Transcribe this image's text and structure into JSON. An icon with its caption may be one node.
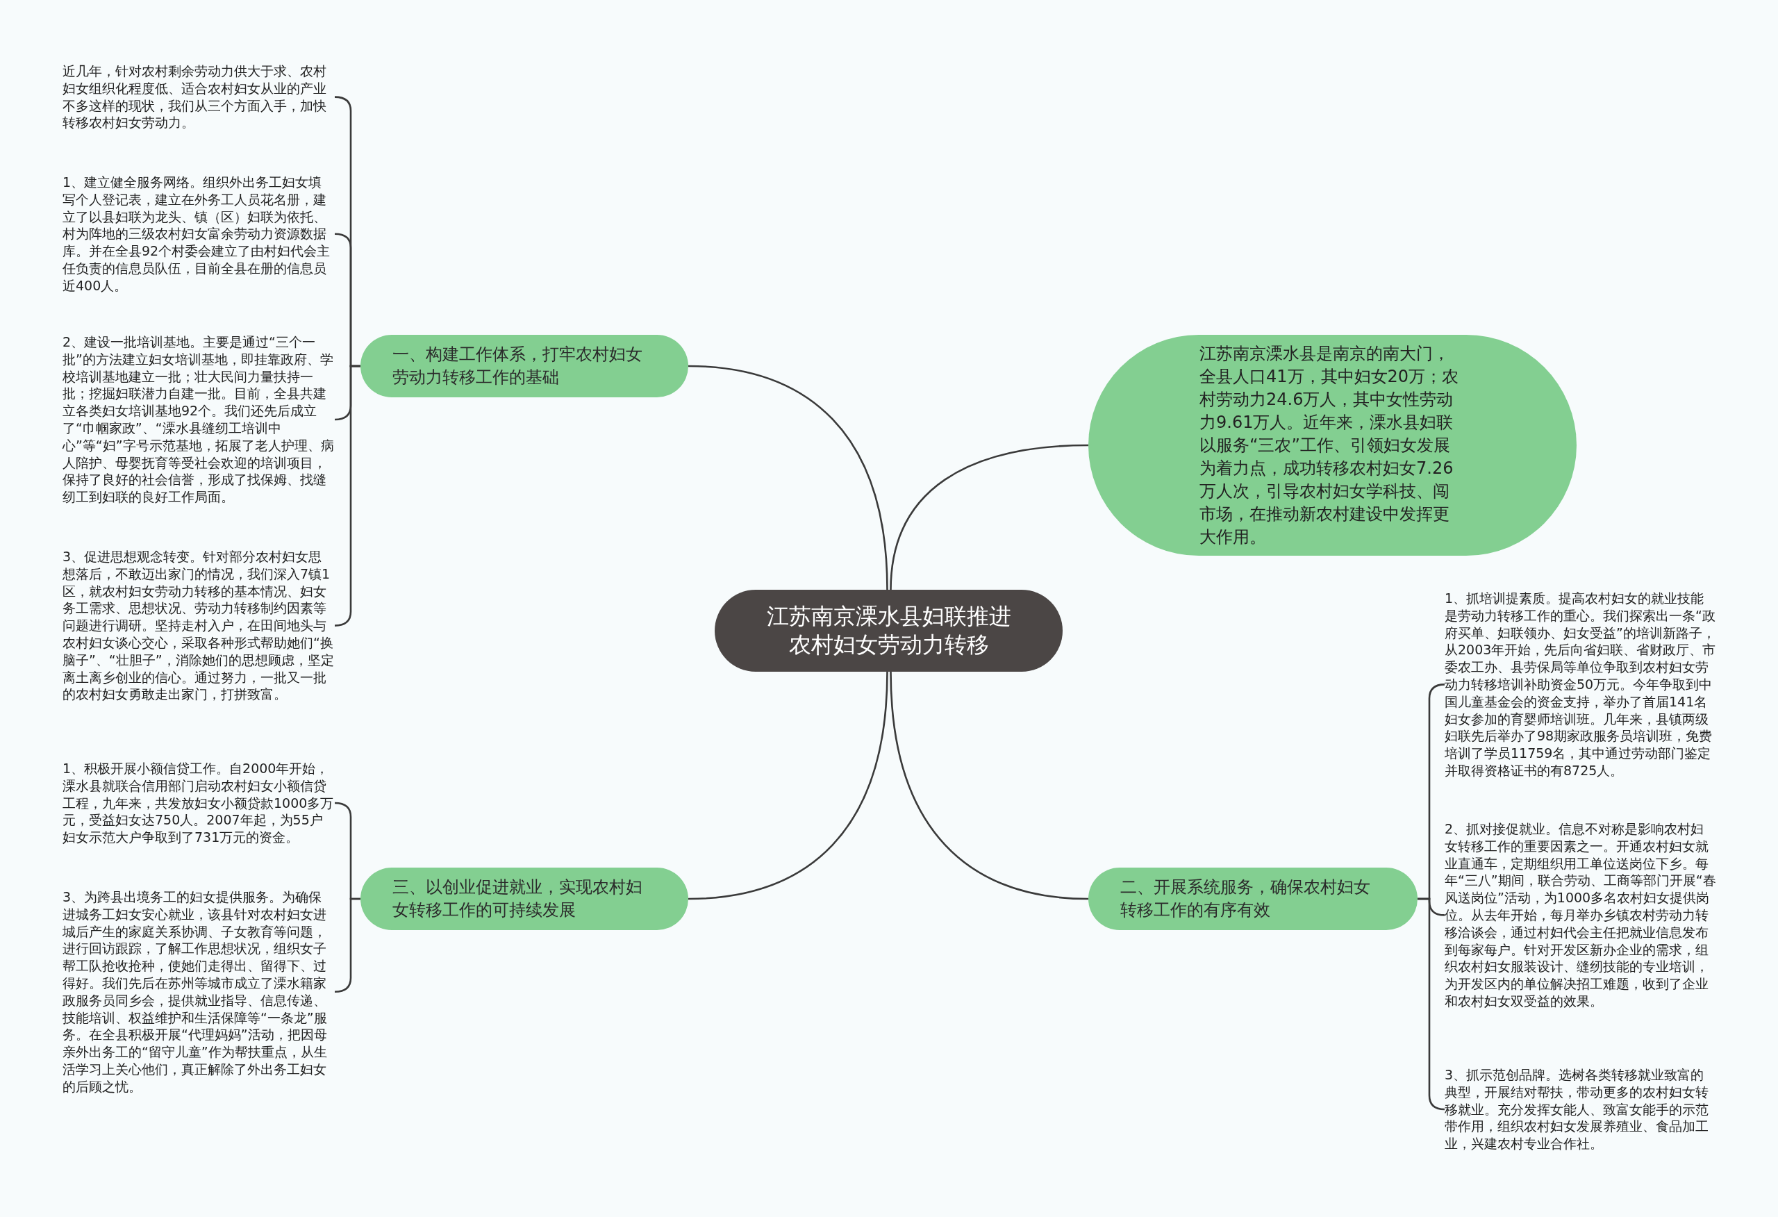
{
  "diagram": {
    "nodes": [
      {
        "text": [
          "江苏南京溧水县妇联推进农村妇女劳动力转移"
        ]
      },
      {
        "text": [
          "一、构建工作体系，打牢农村妇女劳动力转移工作的基础"
        ]
      },
      {
        "text": [
          "近几年，针对农村剩余劳动力供大于求、农村妇女组织化程度低、适合农村妇女从业的产业不多这样的现状，我们从三个方面入手，加快转移农村妇女劳动力。"
        ]
      },
      {
        "text": [
          "1、建立健全服务网络。组织外出务工妇女填写个人登记表，建立在外务工人员花名册，建立了以县妇联为龙头、镇（区）妇联为依托、村为阵地的三级农村妇女富余劳动力资源数据库。并在全县92个村委会建立了由村妇代会主任负责的信息员队伍，目前全县在册的信息员近400人。"
        ]
      },
      {
        "text": [
          "2、建设一批培训基地。主要是通过“三个一批”的方法建立妇女培训基地，即挂靠政府、学校培训基地建立一批；壮大民间力量扶持一批；挖掘妇联潜力自建一批。目前，全县共建立各类妇女培训基地92个。我们还先后成立了“巾帼家政”、“溧水县缝纫工培训中心”等“妇”字号示范基地，拓展了老人护理、病人陪护、母婴抚育等受社会欢迎的培训项目，保持了良好的社会信誉，形成了找保姆、找缝纫工到妇联的良好工作局面。"
        ]
      },
      {
        "text": [
          "3、促进思想观念转变。针对部分农村妇女思想落后，不敢迈出家门的情况，我们深入7镇1区，就农村妇女劳动力转移的基本情况、妇女务工需求、思想状况、劳动力转移制约因素等问题进行调研。坚持走村入户，在田间地头与农村妇女谈心交心，采取各种形式帮助她们“换脑子”、“壮胆子”，消除她们的思想顾虑，坚定离土离乡创业的信心。通过努力，一批又一批的农村妇女勇敢走出家门，打拼致富。"
        ]
      },
      {
        "text": [
          "江苏南京溧水县是南京的南大门，全县人口41万，其中妇女20万；农村劳动力24.6万人，其中女性劳动力9.61万人。近年来，溧水县妇联以服务“三农”工作、引领妇女发展为着力点，成功转移农村妇女7.26万人次，引导农村妇女学科技、闯市场，在推动新农村建设中发挥更大作用。"
        ]
      },
      {
        "text": [
          "三、以创业促进就业，实现农村妇女转移工作的可持续发展"
        ]
      },
      {
        "text": [
          "1、积极开展小额信贷工作。自2000年开始，溧水县就联合信用部门启动农村妇女小额信贷工程，九年来，共发放妇女小额贷款1000多万元，受益妇女达750人。2007年起，为55户妇女示范大户争取到了731万元的资金。"
        ]
      },
      {
        "text": [
          "3、为跨县出境务工的妇女提供服务。为确保进城务工妇女安心就业，该县针对农村妇女进城后产生的家庭关系协调、子女教育等问题，进行回访跟踪，了解工作思想状况，组织女子帮工队抢收抢种，使她们走得出、留得下、过得好。我们先后在苏州等城市成立了溧水籍家政服务员同乡会，提供就业指导、信息传递、技能培训、权益维护和生活保障等“一条龙”服务。在全县积极开展“代理妈妈”活动，把因母亲外出务工的“留守儿童”作为帮扶重点，从生活学习上关心他们，真正解除了外出务工妇女的后顾之忧。"
        ]
      },
      {
        "text": [
          "二、开展系统服务，确保农村妇女转移工作的有序有效"
        ]
      },
      {
        "text": [
          "1、抓培训提素质。提高农村妇女的就业技能是劳动力转移工作的重心。我们探索出一条“政府买单、妇联领办、妇女受益”的培训新路子，从2003年开始，先后向省妇联、省财政厅、市委农工办、县劳保局等单位争取到农村妇女劳动力转移培训补助资金50万元。今年争取到中国儿童基金会的资金支持，举办了首届141名妇女参加的育婴师培训班。几年来，县镇两级妇联先后举办了98期家政服务员培训班，免费培训了学员11759名，其中通过劳动部门鉴定并取得资格证书的有8725人。"
        ]
      },
      {
        "text": [
          "2、抓对接促就业。信息不对称是影响农村妇女转移工作的重要因素之一。开通农村妇女就业直通车，定期组织用工单位送岗位下乡。每年“三八”期间，联合劳动、工商等部门开展“春风送岗位”活动，为1000多名农村妇女提供岗位。从去年开始，每月举办乡镇农村劳动力转移洽谈会，通过村妇代会主任把就业信息发布到每家每户。针对开发区新办企业的需求，组织农村妇女服装设计、缝纫技能的专业培训，为开发区内的单位解决招工难题，收到了企业和农村妇女双受益的效果。"
        ]
      },
      {
        "text": [
          "3、抓示范创品牌。选树各类转移就业致富的典型，开展结对帮扶，带动更多的农村妇女转移就业。充分发挥女能人、致富女能手的示范带作用，组织农村妇女发展养殖业、食品加工业，兴建农村专业合作社。"
        ]
      }
    ],
    "edges": [
      {
        "from": 0,
        "to": 1,
        "arrow": "none"
      },
      {
        "from": 1,
        "to": 2,
        "arrow": "none"
      },
      {
        "from": 1,
        "to": 3,
        "arrow": "none"
      },
      {
        "from": 1,
        "to": 4,
        "arrow": "none"
      },
      {
        "from": 1,
        "to": 5,
        "arrow": "none"
      },
      {
        "from": 0,
        "to": 6,
        "arrow": "none"
      },
      {
        "from": 0,
        "to": 7,
        "arrow": "none"
      },
      {
        "from": 7,
        "to": 8,
        "arrow": "none"
      },
      {
        "from": 7,
        "to": 9,
        "arrow": "none"
      },
      {
        "from": 0,
        "to": 10,
        "arrow": "none"
      },
      {
        "from": 10,
        "to": 11,
        "arrow": "none"
      },
      {
        "from": 10,
        "to": 12,
        "arrow": "none"
      },
      {
        "from": 10,
        "to": 13,
        "arrow": "none"
      }
    ]
  }
}
